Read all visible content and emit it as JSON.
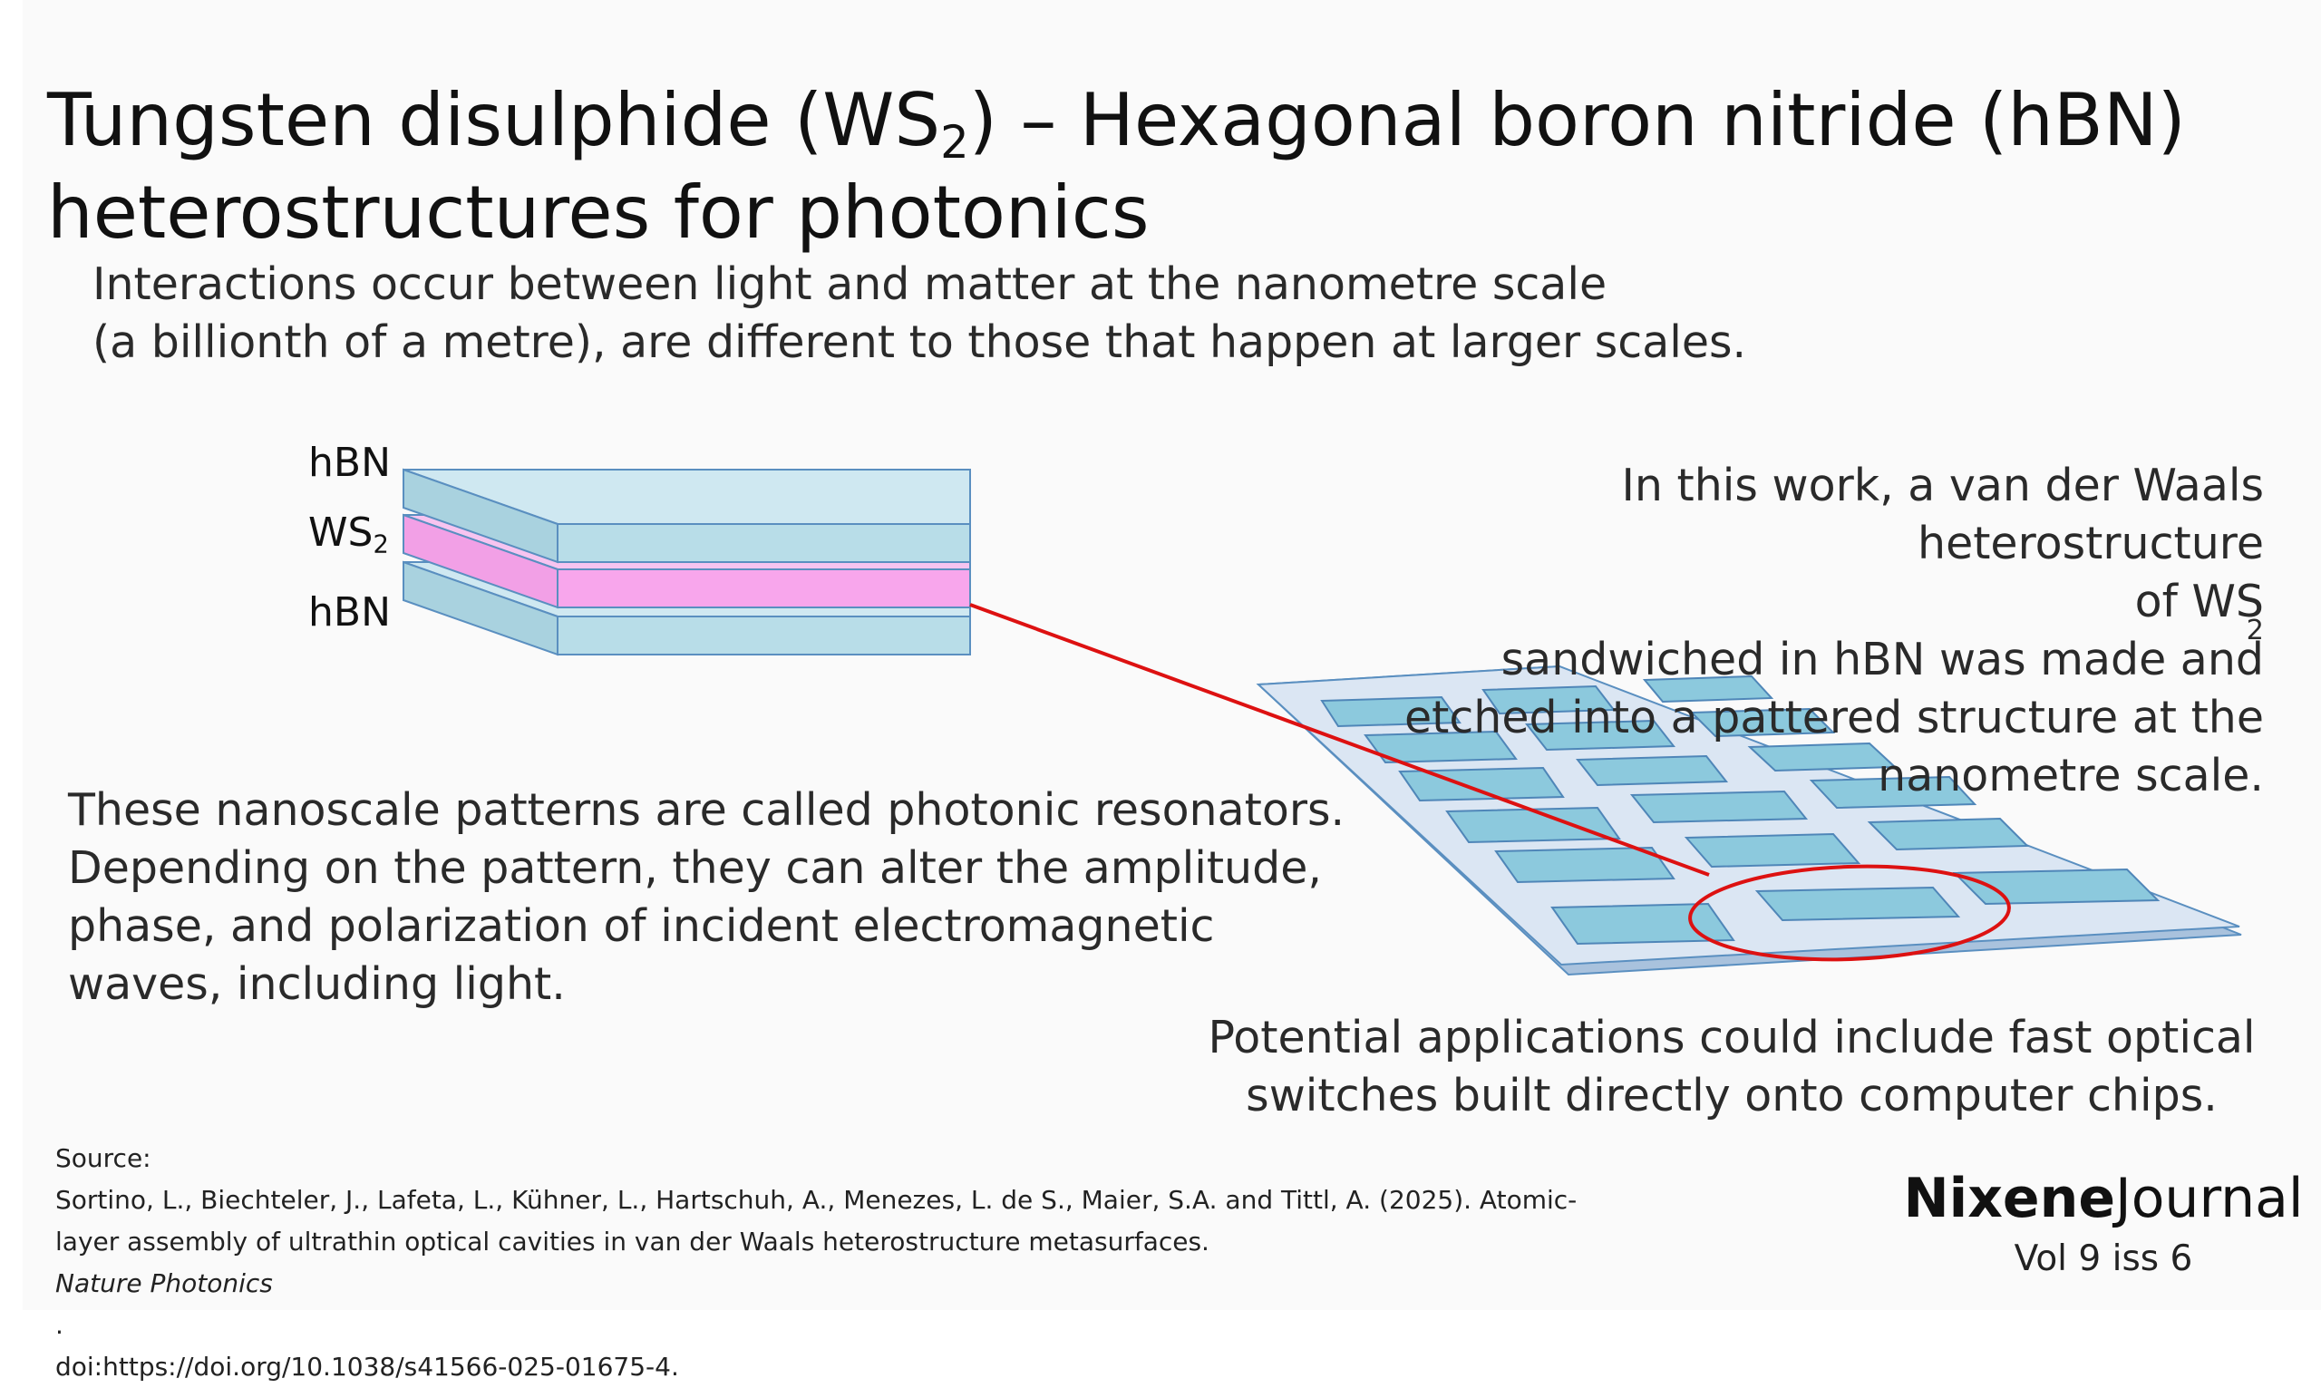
{
  "title": {
    "line1_part1": "Tungsten disulphide (WS",
    "line1_sub": "2",
    "line1_part2": ") – Hexagonal boron nitride (hBN)",
    "line2": "heterostructures for photonics"
  },
  "intro": {
    "line1": "Interactions occur between light and matter at the nanometre scale",
    "line2": "(a billionth of a metre), are different to those that happen at larger scales."
  },
  "layers": {
    "top": "hBN",
    "middle": "WS",
    "middle_sub": "2",
    "bottom": "hBN"
  },
  "work": {
    "line1": "In this work, a van der Waals heterostructure",
    "line2_part1": "of WS",
    "line2_sub": "2",
    "line2_part2": " sandwiched in hBN was made and",
    "line3": "etched into a pattered structure at the",
    "line4": "nanometre scale."
  },
  "resonators": {
    "line1": "These nanoscale patterns are called photonic resonators.",
    "line2": "Depending on the pattern, they can alter the amplitude,",
    "line3": "phase, and polarization of incident electromagnetic",
    "line4": "waves, including light."
  },
  "applications": {
    "line1": "Potential applications could include fast optical",
    "line2": "switches built directly onto computer chips."
  },
  "source": {
    "heading": "Source:",
    "line1": "Sortino, L., Biechteler, J., Lafeta, L., Kühner, L., Hartschuh, A., Menezes, L. de S., Maier, S.A. and Tittl, A. (2025). Atomic-",
    "line2_text": "layer assembly of ultrathin optical cavities in van der Waals heterostructure metasurfaces. ",
    "line2_journal": "Nature Photonics",
    "line2_end": ".",
    "line3": "doi:https://doi.org/10.1038/s41566-025-01675-4."
  },
  "brand": {
    "name_bold": "Nixene",
    "name_regular": "Journal",
    "volume": "Vol 9  iss 6"
  },
  "colors": {
    "hbn_fill": "#b8dde8",
    "hbn_top": "#cfe8f1",
    "ws2_fill": "#f8a6ec",
    "ws2_top": "#f7c4f0",
    "edge": "#5a8fc0",
    "substrate": "#dbe6f3",
    "resonator": "#8cc9dd",
    "highlight": "#dd1111"
  }
}
